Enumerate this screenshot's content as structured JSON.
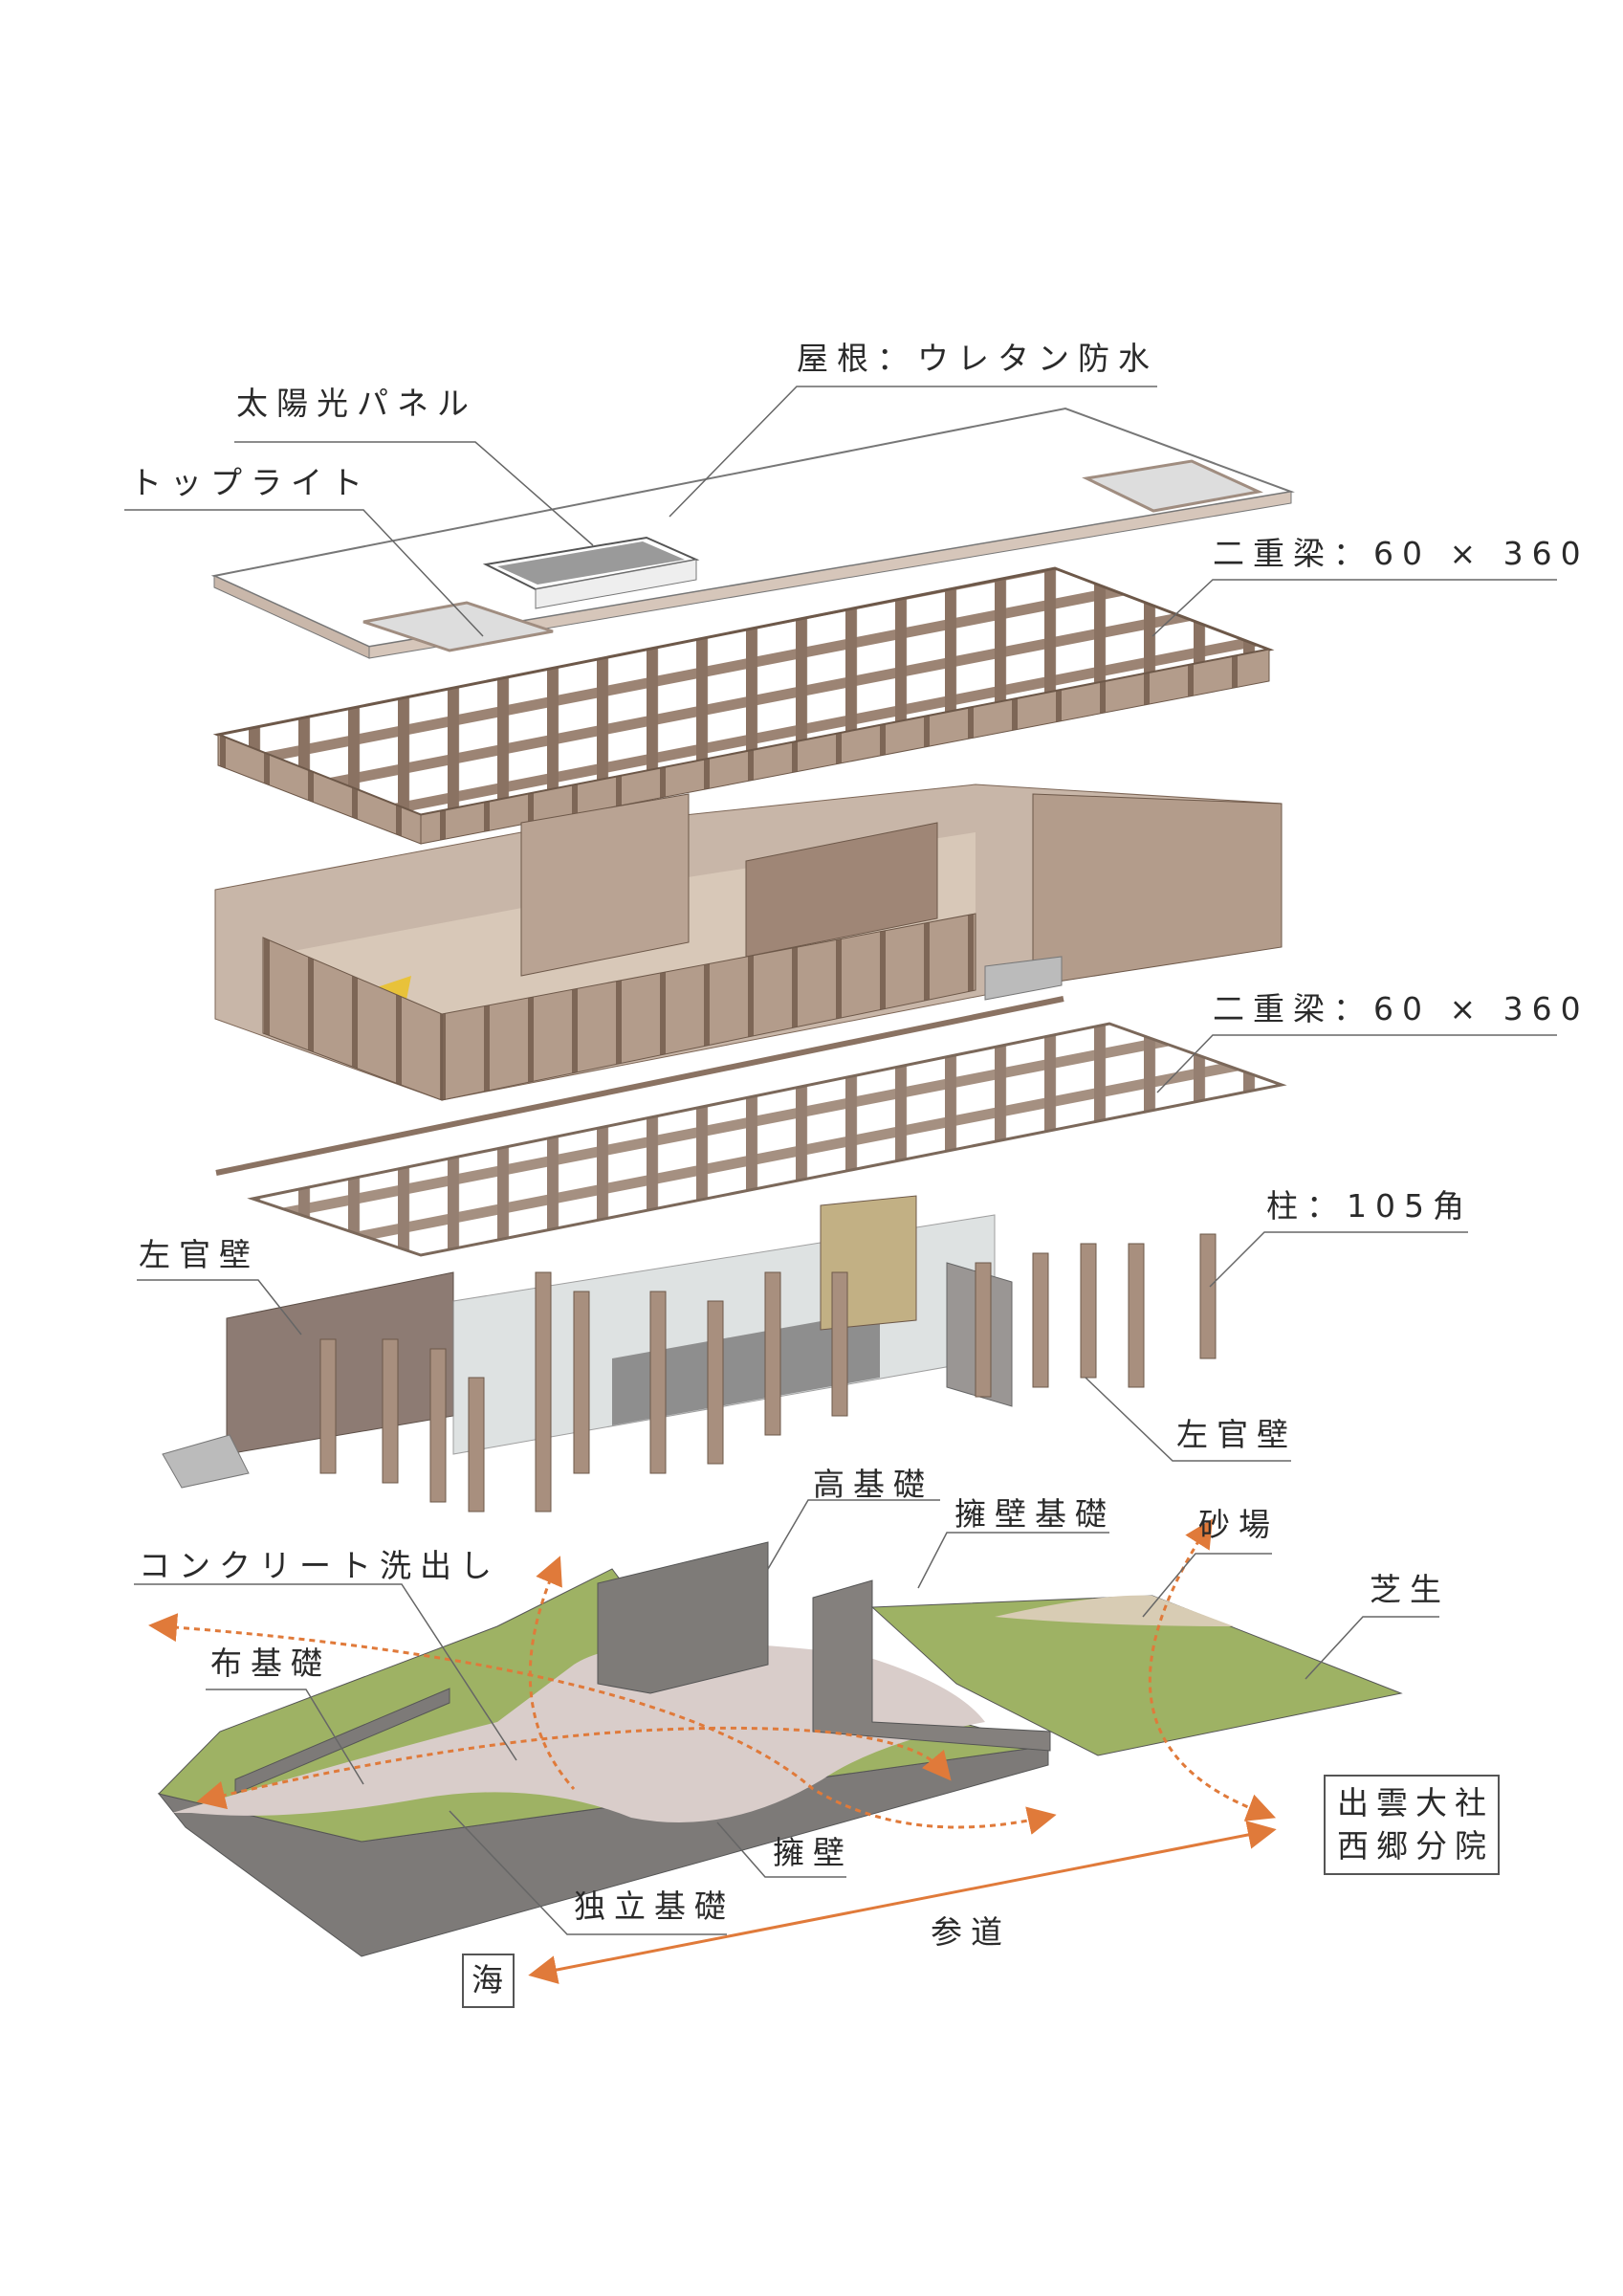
{
  "labels": {
    "roof": "屋根：ウレタン防水",
    "solar_panel": "太陽光パネル",
    "toplight": "トップライト",
    "double_beam_upper": "二重梁：60 × 360",
    "double_beam_lower": "二重梁：60 × 360",
    "column": "柱：105角",
    "plaster_wall_left": "左官壁",
    "plaster_wall_right": "左官壁",
    "high_foundation": "高基礎",
    "retaining_wall_foundation": "擁壁基礎",
    "sandbox": "砂場",
    "washed_concrete": "コンクリート洗出し",
    "lawn": "芝生",
    "strip_foundation": "布基礎",
    "retaining_wall": "擁壁",
    "isolated_footing": "独立基礎",
    "approach": "参道"
  },
  "destinations": {
    "shrine_line1": "出雲大社",
    "shrine_line2": "西郷分院",
    "sea": "海"
  },
  "colors": {
    "wood": "#a88f7e",
    "wood_dark": "#7d6656",
    "concrete": "#7d7a78",
    "lawn": "#9eb264",
    "paving": "#d9cdca",
    "sand": "#d8ccb4",
    "arrow": "#e07a3a",
    "leader": "#666666"
  }
}
